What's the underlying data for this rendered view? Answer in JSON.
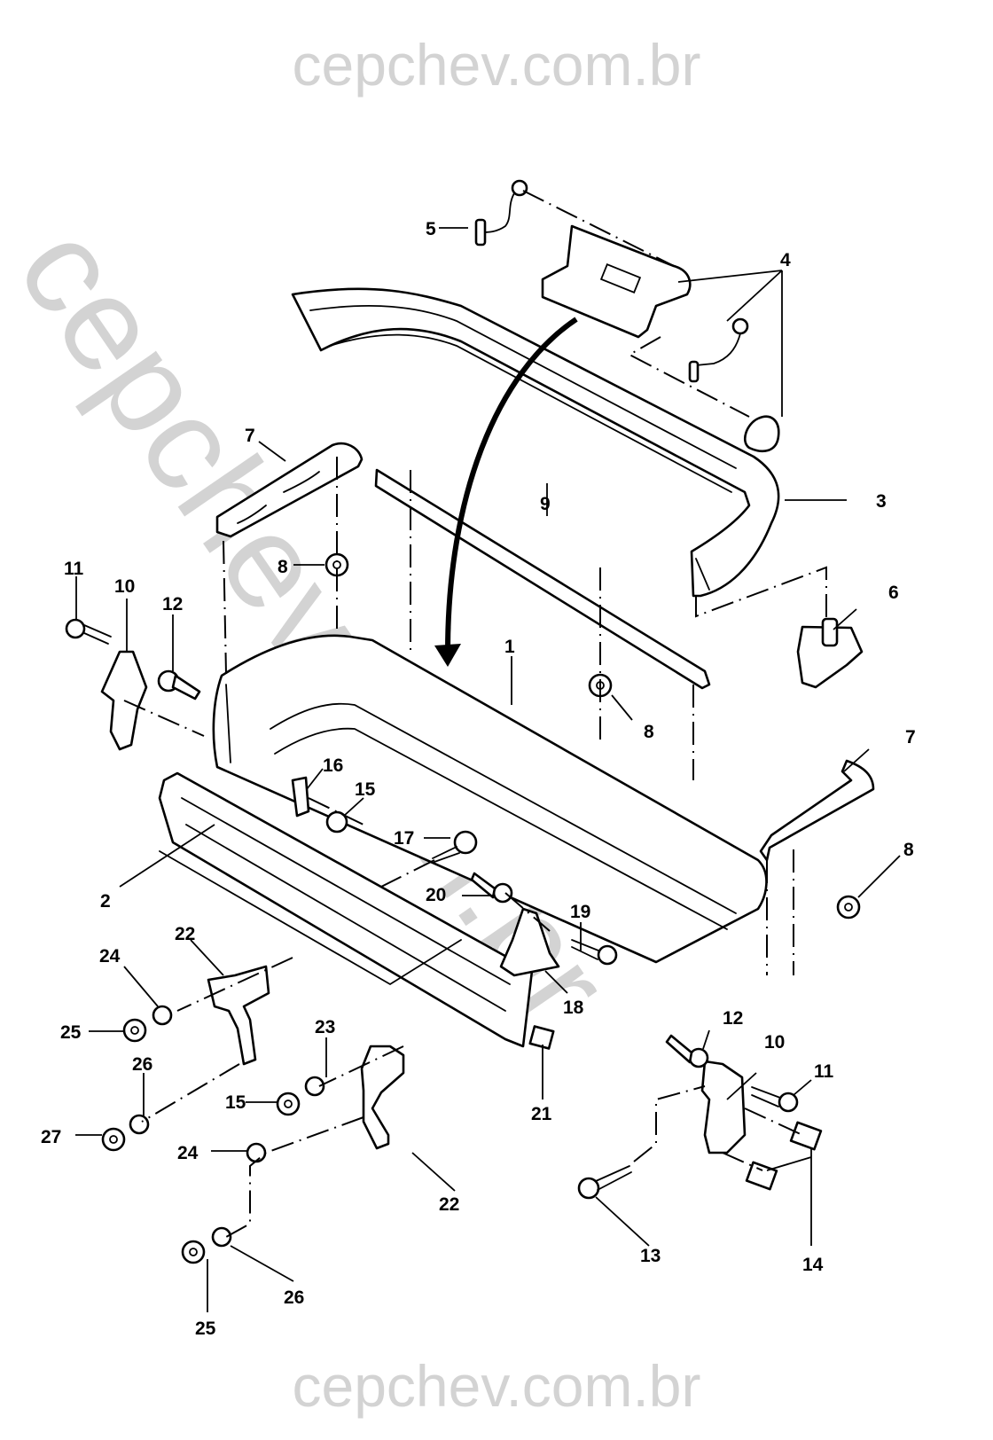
{
  "watermark": {
    "top": "cepchev.com.br",
    "bottom": "cepchev.com.br",
    "diagonal": "cepchev.com.br"
  },
  "diagram": {
    "title": "Rear bumper exploded parts diagram",
    "callouts": [
      {
        "id": "c1",
        "text": "1"
      },
      {
        "id": "c2",
        "text": "2"
      },
      {
        "id": "c3",
        "text": "3"
      },
      {
        "id": "c4",
        "text": "4"
      },
      {
        "id": "c5",
        "text": "5"
      },
      {
        "id": "c6",
        "text": "6"
      },
      {
        "id": "c7a",
        "text": "7"
      },
      {
        "id": "c7b",
        "text": "7"
      },
      {
        "id": "c8a",
        "text": "8"
      },
      {
        "id": "c8b",
        "text": "8"
      },
      {
        "id": "c8c",
        "text": "8"
      },
      {
        "id": "c9",
        "text": "9"
      },
      {
        "id": "c10a",
        "text": "10"
      },
      {
        "id": "c10b",
        "text": "10"
      },
      {
        "id": "c11a",
        "text": "11"
      },
      {
        "id": "c11b",
        "text": "11"
      },
      {
        "id": "c12a",
        "text": "12"
      },
      {
        "id": "c12b",
        "text": "12"
      },
      {
        "id": "c13",
        "text": "13"
      },
      {
        "id": "c14",
        "text": "14"
      },
      {
        "id": "c15a",
        "text": "15"
      },
      {
        "id": "c15b",
        "text": "15"
      },
      {
        "id": "c16",
        "text": "16"
      },
      {
        "id": "c17",
        "text": "17"
      },
      {
        "id": "c18",
        "text": "18"
      },
      {
        "id": "c19",
        "text": "19"
      },
      {
        "id": "c20",
        "text": "20"
      },
      {
        "id": "c21",
        "text": "21"
      },
      {
        "id": "c22a",
        "text": "22"
      },
      {
        "id": "c22b",
        "text": "22"
      },
      {
        "id": "c23",
        "text": "23"
      },
      {
        "id": "c24a",
        "text": "24"
      },
      {
        "id": "c24b",
        "text": "24"
      },
      {
        "id": "c25a",
        "text": "25"
      },
      {
        "id": "c25b",
        "text": "25"
      },
      {
        "id": "c26a",
        "text": "26"
      },
      {
        "id": "c26b",
        "text": "26"
      },
      {
        "id": "c27",
        "text": "27"
      }
    ]
  }
}
